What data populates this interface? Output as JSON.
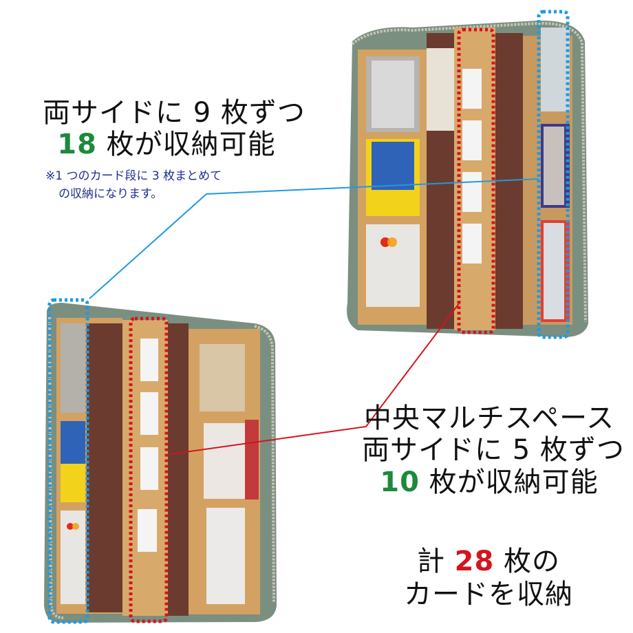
{
  "left_caption": {
    "line1": "両サイドに 9 枚ずつ",
    "count": "18",
    "line2_suffix": " 枚が収納可能",
    "note_line1": "※1 つのカード段に 3 枚まとめて",
    "note_line2": "の収納になります。"
  },
  "right_caption": {
    "line1": "中央マルチスペース",
    "line2": "両サイドに 5 枚ずつ",
    "count": "10",
    "line3_suffix": " 枚が収納可能"
  },
  "total_caption": {
    "prefix": "計 ",
    "count": "28",
    "suffix": " 枚の",
    "line2": "カードを収納"
  },
  "colors": {
    "green_highlight": "#1c8a3a",
    "red_highlight": "#d4141c",
    "blue_marker": "#1f9ae0",
    "red_marker": "#d4141c",
    "wallet_green": "#6e8a78",
    "wallet_interior": "#d2a060",
    "wallet_lining": "#6b3b30"
  },
  "icons": {
    "wallet_photo_top": "wallet-photo-icon",
    "wallet_photo_bottom": "wallet-photo-icon"
  }
}
